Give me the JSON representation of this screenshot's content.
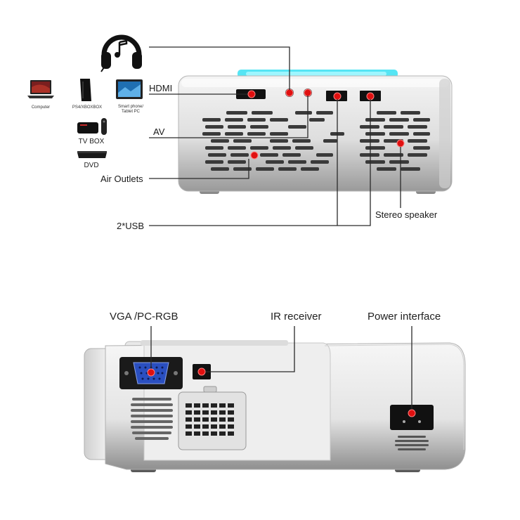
{
  "devices": {
    "computer": "Computer",
    "ps4": "PS4/XBOXBOX",
    "phone_line1": "Smart phone/",
    "phone_line2": "Tablet PC",
    "tvbox": "TV BOX",
    "dvd": "DVD"
  },
  "top_view": {
    "hdmi": "HDMI",
    "av": "AV",
    "air_outlets": "Air Outlets",
    "usb": "2*USB",
    "stereo_speaker": "Stereo speaker"
  },
  "side_view": {
    "vga": "VGA /PC-RGB",
    "ir_receiver": "IR receiver",
    "power_interface": "Power interface"
  },
  "colors": {
    "marker": "#e01010",
    "leader_line": "#2a2a2a",
    "body_light": "#e9e9e9",
    "body_shadow": "#9c9c9c",
    "vga_blue": "#2a4fc0",
    "cyan_glow": "#38e0f2"
  },
  "icons": [
    "headphone-icon",
    "laptop-icon",
    "game-console-icon",
    "tablet-icon",
    "tv-box-icon",
    "dvd-icon"
  ]
}
